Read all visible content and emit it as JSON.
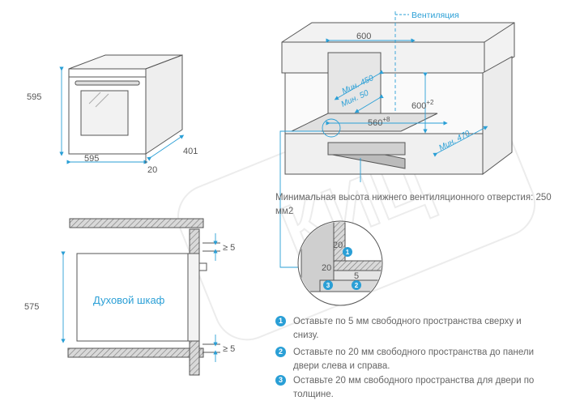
{
  "watermark": "КИЦ",
  "oven_front": {
    "height": "595",
    "width": "595",
    "depth": "401",
    "panel_offset": "20"
  },
  "cabinet": {
    "ventilation_label": "Вентиляция",
    "width": "600",
    "min_450": "Мин. 450",
    "min_50": "Мин. 50",
    "height_opening": "600",
    "height_opening_tol": "+2",
    "width_opening": "560",
    "width_opening_tol": "+8",
    "min_470": "Мин. 470"
  },
  "vent_note": "Минимальная высота нижнего вентиляционного отверстия: 250 мм2",
  "detail": {
    "gap_top": "20",
    "gap_side": "20",
    "gap_bottom": "5",
    "markers": [
      "1",
      "2",
      "3"
    ]
  },
  "side_view": {
    "oven_label": "Духовой шкаф",
    "height": "575",
    "top_gap": "≥ 5",
    "bottom_gap": "≥ 5"
  },
  "legend": [
    {
      "num": "1",
      "text": "Оставьте по 5 мм свободного пространства сверху и снизу."
    },
    {
      "num": "2",
      "text": "Оставьте по 20 мм свободного пространства до панели двери слева и справа."
    },
    {
      "num": "3",
      "text": "Оставьте 20 мм свободного пространства для двери по толщине."
    }
  ],
  "colors": {
    "accent": "#2a9fd6",
    "line": "#555555",
    "hatch": "#8a8a8a"
  }
}
